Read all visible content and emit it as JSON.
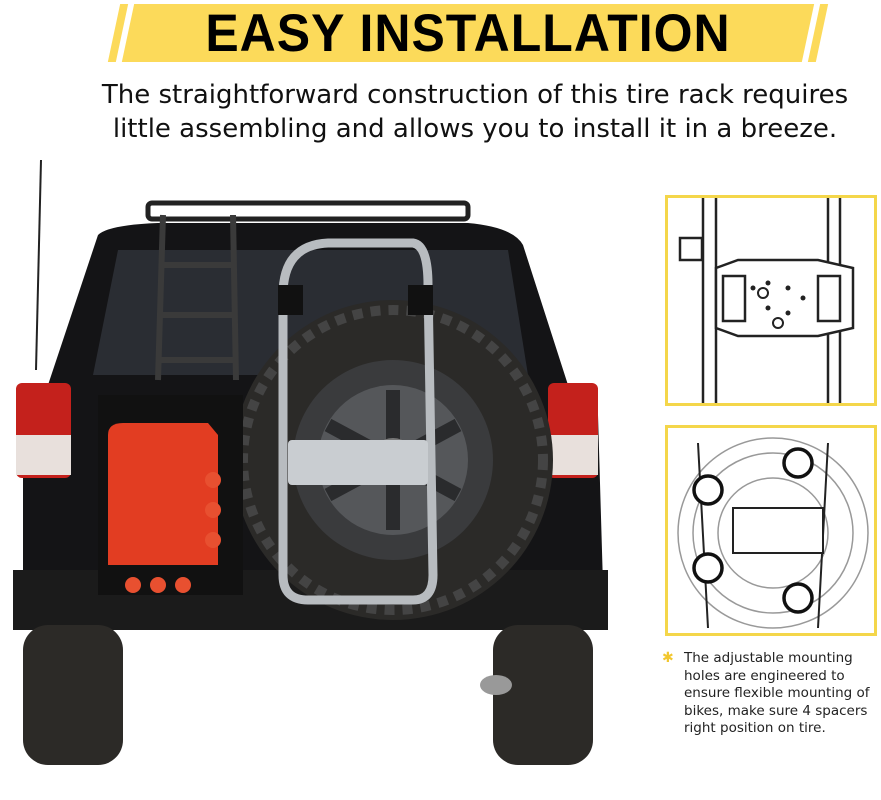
{
  "header": {
    "title": "EASY INSTALLATION",
    "subtitle_lines": [
      "The straightforward construction of this tire rack requires",
      "little assembling and allows you to install it in a breeze."
    ]
  },
  "photo": {
    "subject": "vehicle-rear-with-spare-tire-bike-rack"
  },
  "diagrams": [
    {
      "icon": "mounting-plate-diagram"
    },
    {
      "icon": "mounting-spacers-on-tire-diagram"
    }
  ],
  "note": {
    "icon": "asterisk-star-icon",
    "text": "The adjustable mounting holes are engineered to ensure flexible mounting of bikes, make sure 4 spacers right position on tire."
  },
  "colors": {
    "accent": "#fcda5a",
    "border": "#f4d64a",
    "text": "#111111"
  }
}
